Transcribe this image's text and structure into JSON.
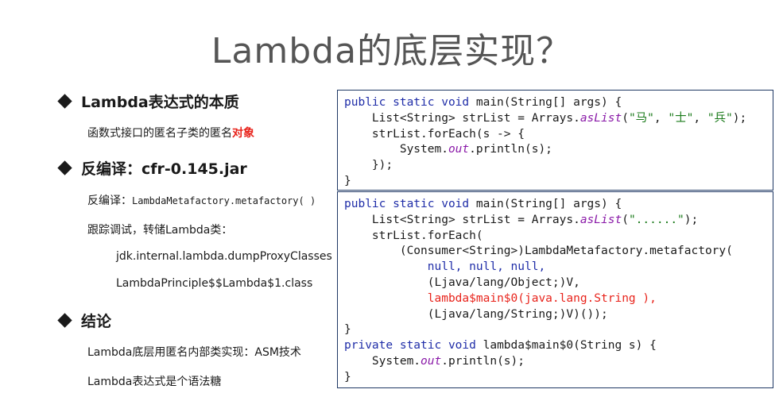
{
  "title": "Lambda的底层实现？",
  "bullets": [
    {
      "label": "Lambda表达式的本质"
    },
    {
      "label": "反编译：cfr-0.145.jar"
    },
    {
      "label": "结论"
    }
  ],
  "essence": {
    "text": "函数式接口的匿名子类的匿名",
    "highlight": "对象"
  },
  "decompile": {
    "line1_prefix": "反编译：",
    "line1_code": "LambdaMetafactory.metafactory( )",
    "line2": "跟踪调试，转储Lambda类：",
    "line3": "jdk.internal.lambda.dumpProxyClasses",
    "line4": "LambdaPrinciple$$Lambda$1.class"
  },
  "conclusion": {
    "line1": "Lambda底层用匿名内部类实现：ASM技术",
    "line2": "Lambda表达式是个语法糖"
  },
  "code1": {
    "l1_kw": "public static void",
    "l1_rest": " main(String[] args) {",
    "l2_a": "    List<String> strList = Arrays.",
    "l2_it": "asList",
    "l2_b": "(",
    "l2_s1": "\"马\"",
    "l2_c1": ", ",
    "l2_s2": "\"士\"",
    "l2_c2": ", ",
    "l2_s3": "\"兵\"",
    "l2_end": ");",
    "l3": "    strList.forEach(s -> {",
    "l4_a": "        System.",
    "l4_it": "out",
    "l4_b": ".println(s);",
    "l5": "    });",
    "l6": "}"
  },
  "code2": {
    "l1_kw": "public static void",
    "l1_rest": " main(String[] args) {",
    "l2_a": "    List<String> strList = Arrays.",
    "l2_it": "asList",
    "l2_b": "(",
    "l2_s": "\"......\"",
    "l2_end": ");",
    "l3": "    strList.forEach(",
    "l4": "        (Consumer<String>)LambdaMetafactory.metafactory(",
    "l5_pad": "            ",
    "l5_kw": "null, null, null,",
    "l6": "            (Ljava/lang/Object;)V,",
    "l7_pad": "            ",
    "l7_red": "lambda$main$0(java.lang.String ),",
    "l8": "            (Ljava/lang/String;)V)());",
    "l9": "}",
    "l10_kw": "private static void",
    "l10_rest": " lambda$main$0(String s) {",
    "l11_a": "    System.",
    "l11_it": "out",
    "l11_b": ".println(s);",
    "l12": "}"
  }
}
